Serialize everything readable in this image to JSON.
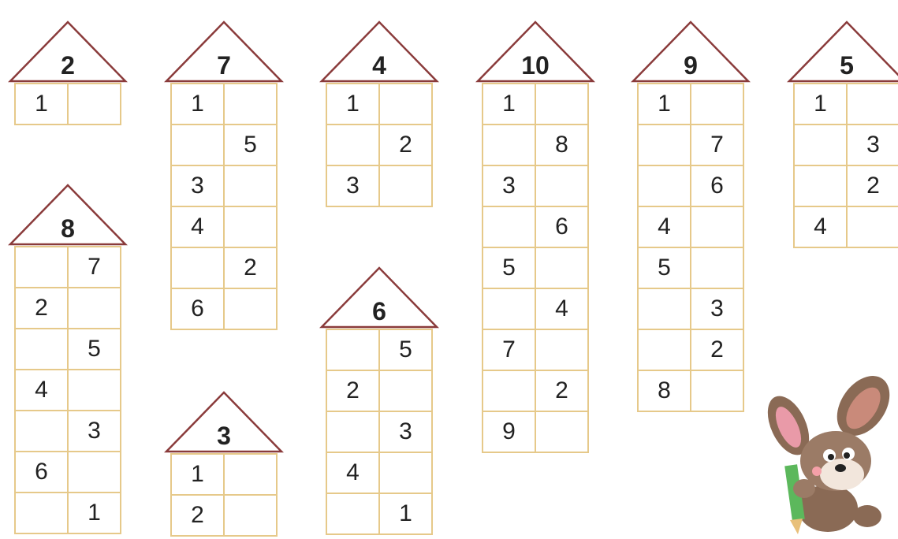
{
  "houses": [
    {
      "roof": "2",
      "rows": [
        [
          "1",
          ""
        ]
      ]
    },
    {
      "roof": "7",
      "rows": [
        [
          "1",
          ""
        ],
        [
          "",
          "5"
        ],
        [
          "3",
          ""
        ],
        [
          "4",
          ""
        ],
        [
          "",
          "2"
        ],
        [
          "6",
          ""
        ]
      ]
    },
    {
      "roof": "4",
      "rows": [
        [
          "1",
          ""
        ],
        [
          "",
          "2"
        ],
        [
          "3",
          ""
        ]
      ]
    },
    {
      "roof": "10",
      "rows": [
        [
          "1",
          ""
        ],
        [
          "",
          "8"
        ],
        [
          "3",
          ""
        ],
        [
          "",
          "6"
        ],
        [
          "5",
          ""
        ],
        [
          "",
          "4"
        ],
        [
          "7",
          ""
        ],
        [
          "",
          "2"
        ],
        [
          "9",
          ""
        ]
      ]
    },
    {
      "roof": "9",
      "rows": [
        [
          "1",
          ""
        ],
        [
          "",
          "7"
        ],
        [
          "",
          "6"
        ],
        [
          "4",
          ""
        ],
        [
          "5",
          ""
        ],
        [
          "",
          "3"
        ],
        [
          "",
          "2"
        ],
        [
          "8",
          ""
        ]
      ]
    },
    {
      "roof": "5",
      "rows": [
        [
          "1",
          ""
        ],
        [
          "",
          "3"
        ],
        [
          "",
          "2"
        ],
        [
          "4",
          ""
        ]
      ]
    },
    {
      "roof": "8",
      "rows": [
        [
          "",
          "7"
        ],
        [
          "2",
          ""
        ],
        [
          "",
          "5"
        ],
        [
          "4",
          ""
        ],
        [
          "",
          "3"
        ],
        [
          "6",
          ""
        ],
        [
          "",
          "1"
        ]
      ]
    },
    {
      "roof": "6",
      "rows": [
        [
          "",
          "5"
        ],
        [
          "2",
          ""
        ],
        [
          "",
          "3"
        ],
        [
          "4",
          ""
        ],
        [
          "",
          "1"
        ]
      ]
    },
    {
      "roof": "3",
      "rows": [
        [
          "1",
          ""
        ],
        [
          "2",
          ""
        ]
      ]
    }
  ],
  "colors": {
    "roof_stroke": "#8a3b3b",
    "grid": "#e6c98a",
    "text": "#222222"
  },
  "decoration": {
    "icon": "bunny-with-pencil-icon"
  }
}
